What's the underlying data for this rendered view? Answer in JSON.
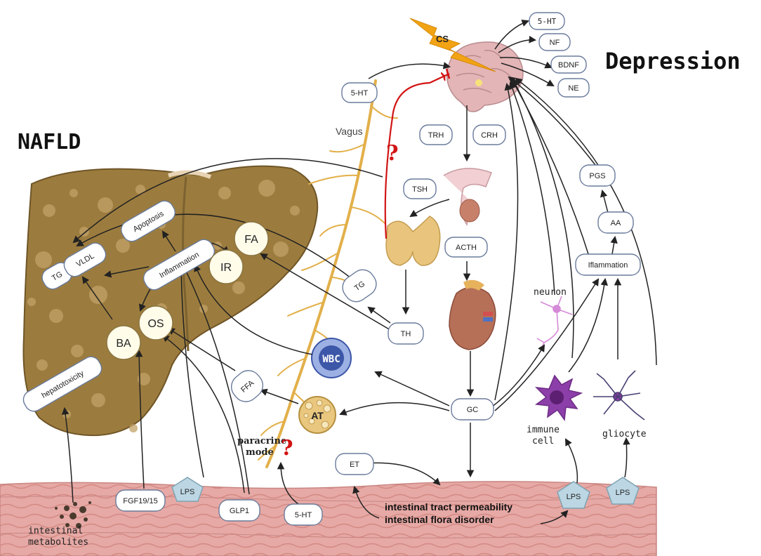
{
  "headings": {
    "depression": "Depression",
    "nafld": "NAFLD"
  },
  "brain_outputs": [
    "5-HT",
    "NF",
    "BDNF",
    "NE"
  ],
  "stress": "CS",
  "hpa_axis": {
    "trh": "TRH",
    "crh": "CRH",
    "tsh": "TSH",
    "acth": "ACTH",
    "th": "TH",
    "tg": "TG",
    "gc": "GC",
    "et": "ET"
  },
  "vagus": {
    "label": "Vagus",
    "serotonin": "5-HT"
  },
  "unknown_marks": [
    "?",
    "?"
  ],
  "right_pathway": {
    "pgs": "PGS",
    "aa": "AA",
    "inflammation": "Iflammation",
    "neuron": "neuron",
    "immune_cell": [
      "immune",
      "cell"
    ],
    "gliocyte": "gliocyte",
    "lps_left": "LPS",
    "lps_right": "LPS"
  },
  "liver": {
    "tg": "TG",
    "vldl": "VLDL",
    "apoptosis": "Apoptosis",
    "inflammation": "Inflammation",
    "ir": "IR",
    "fa": "FA",
    "os": "OS",
    "ba": "BA",
    "hepatotoxicity": "hepatotoxicity"
  },
  "cells": {
    "wbc": "WBC",
    "at": "AT",
    "ffa": "FFA",
    "paracrine": [
      "paracrine",
      "mode"
    ]
  },
  "intestine": {
    "permeability": "intestinal tract permeability",
    "flora": "intestinal flora disorder",
    "fgf": "FGF19/15",
    "lps": "LPS",
    "glp1": "GLP1",
    "serotonin": "5-HT",
    "metabolites": [
      "intestinal",
      "metabolites"
    ]
  },
  "colors": {
    "liver": "#9c7c3e",
    "liver_dark": "#6f5527",
    "node_border": "#6a7b9c",
    "node_fill": "#ffffff",
    "arrow": "#222222",
    "red": "#d21414",
    "vagus": "#e2b04a",
    "intestine": "#e6a9a5",
    "lps": "#bcd7e3",
    "brain": "#e3b5b7",
    "cell_purple": "#8c3fa8",
    "wbc": "#3c56a8",
    "at": "#e9c77e",
    "lightning": "#f2a313"
  },
  "icons": [
    "brain-icon",
    "lightning-icon",
    "thyroid-icon",
    "pituitary-icon",
    "kidney-icon",
    "neuron-icon",
    "immune-cell-icon",
    "gliocyte-icon",
    "wbc-icon",
    "adipocyte-icon",
    "metabolite-particles-icon",
    "liver-icon",
    "intestine-icon",
    "vagus-nerve-icon"
  ]
}
